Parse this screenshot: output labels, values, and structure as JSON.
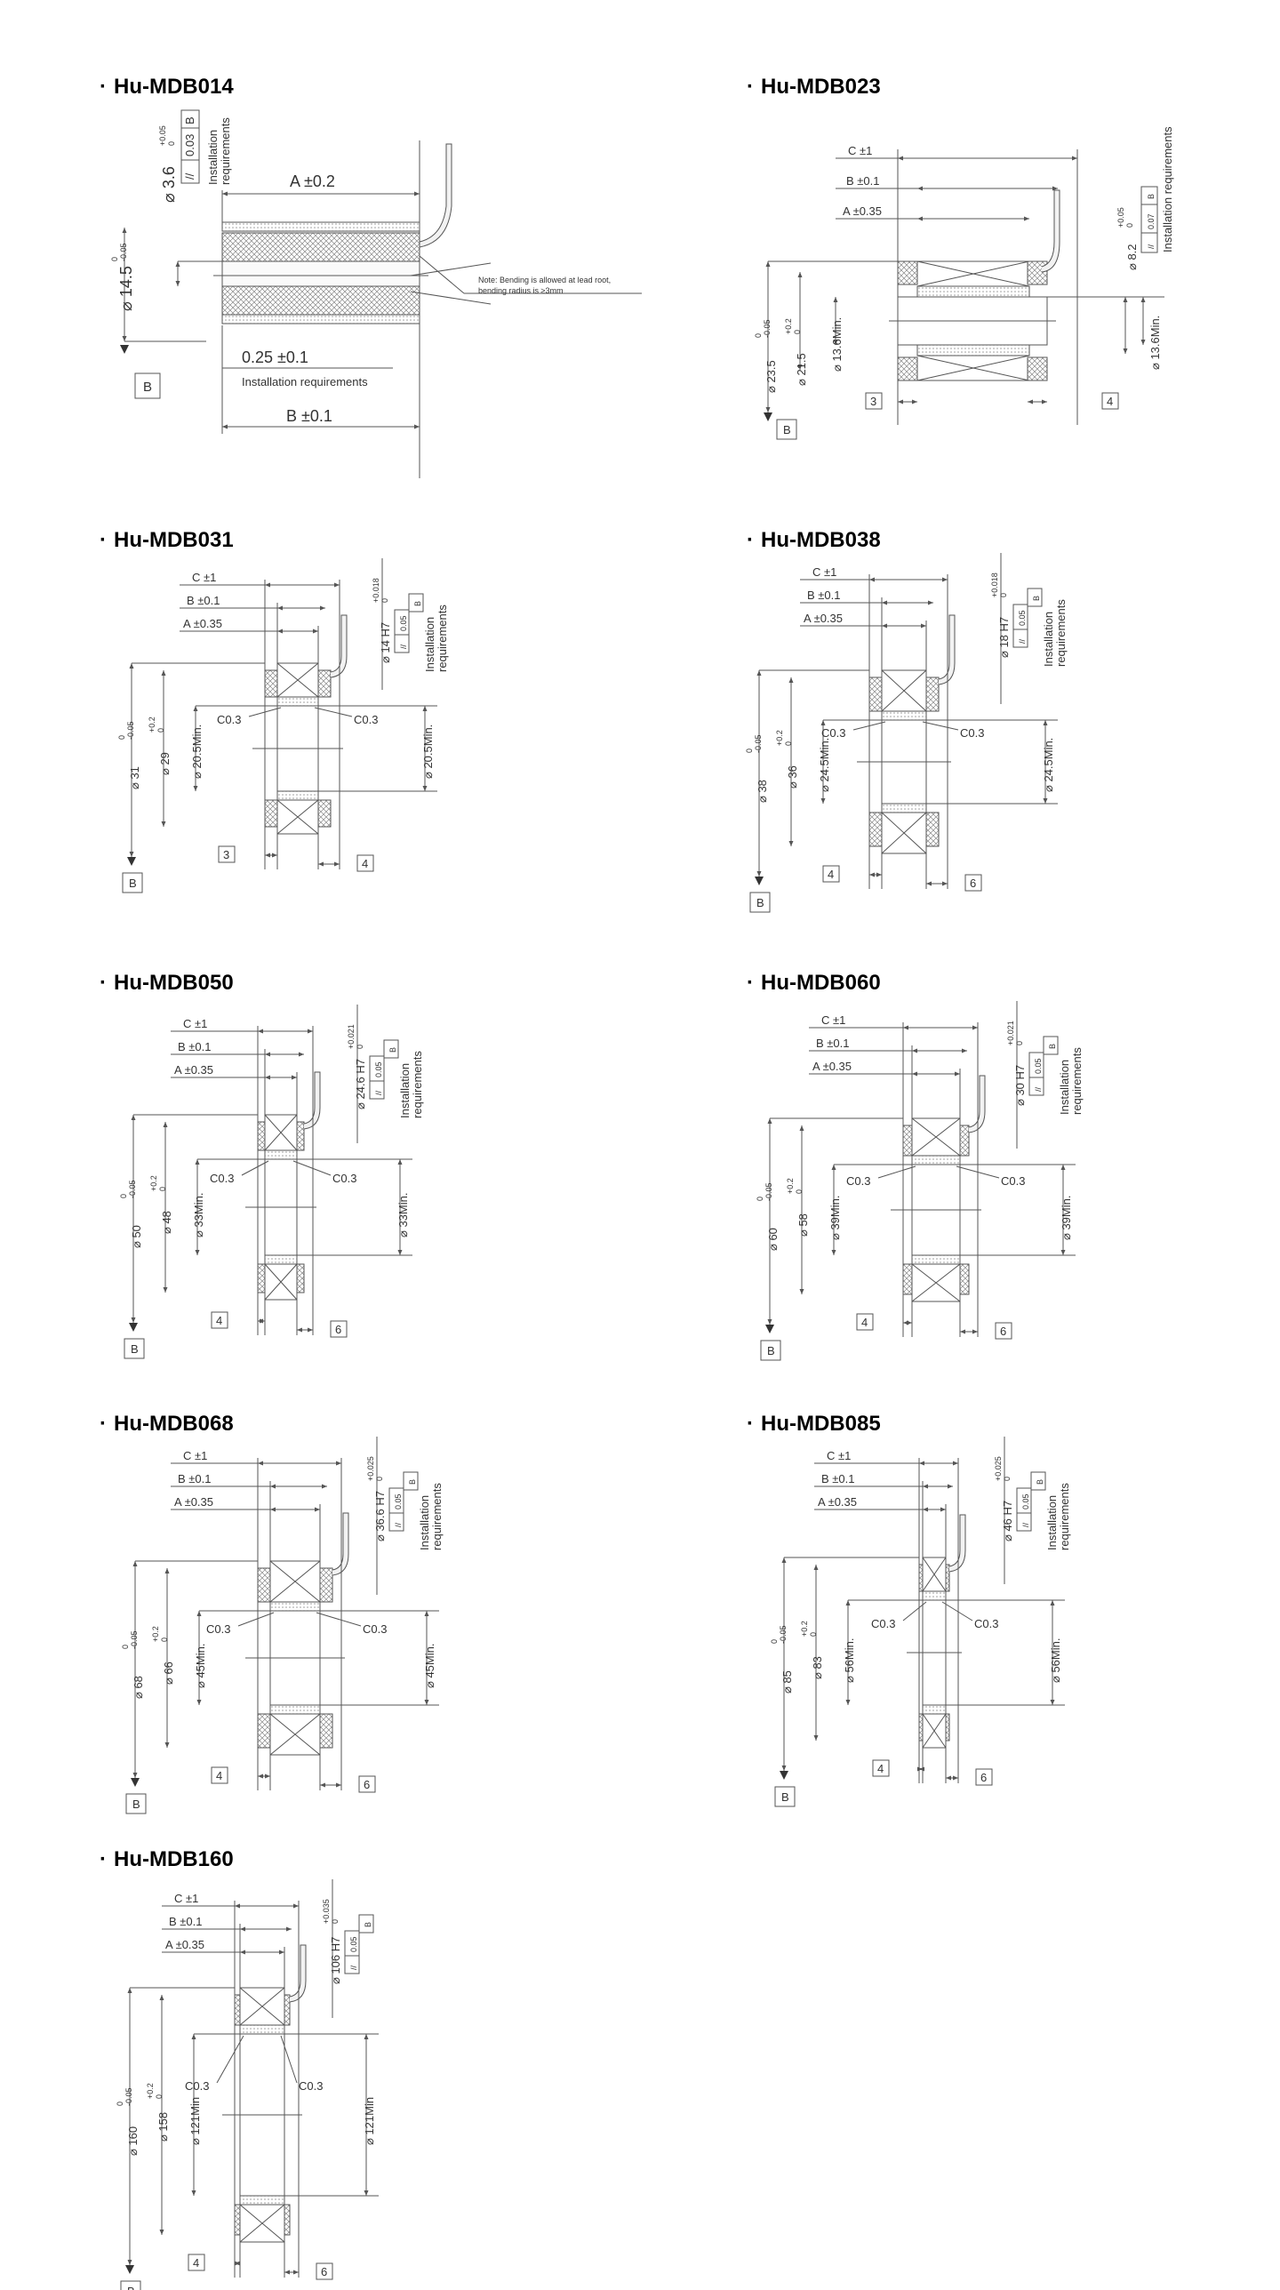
{
  "models": [
    {
      "id": "mdb014",
      "title": "Hu-MDB014",
      "style": "wide",
      "dims": {
        "a": "A ±0.2",
        "b": "B ±0.1",
        "bearing": "0.25 ±0.1",
        "bearing_note": "Installation requirements",
        "outer": "14.5",
        "outer_tol_top": "0",
        "outer_tol_bot": "-0.05",
        "bore": "3.6",
        "bore_tol_top": "+0.05",
        "bore_tol_bot": "0",
        "runout": "0.03",
        "datum": "B",
        "install": "Installation requirements",
        "note": "Note: Bending is allowed at lead root, bending radius is ≥3mm"
      }
    },
    {
      "id": "mdb023",
      "title": "Hu-MDB023",
      "style": "medium",
      "dims": {
        "c": "C ±1",
        "b": "B ±0.1",
        "a": "A ±0.35",
        "outer": "23.5",
        "outer_tol_top": "0",
        "outer_tol_bot": "-0.05",
        "mid": "21.5",
        "mid_tol_top": "+0.2",
        "mid_tol_bot": "0",
        "inner_min": "13.6Min.",
        "inner_min_r": "13.6Min.",
        "bore": "8.2",
        "bore_tol_top": "+0.05",
        "bore_tol_bot": "0",
        "runout": "0.07",
        "datum": "B",
        "install": "Installation requirements",
        "left_w": "3",
        "right_w": "4"
      }
    },
    {
      "id": "mdb031",
      "title": "Hu-MDB031",
      "style": "ring",
      "dims": {
        "c": "C ±1",
        "b": "B ±0.1",
        "a": "A ±0.35",
        "outer": "31",
        "outer_tol_top": "0",
        "outer_tol_bot": "-0.05",
        "mid": "29",
        "mid_tol_top": "+0.2",
        "mid_tol_bot": "0",
        "inner_min": "20.5Min.",
        "inner_min_r": "20.5Min.",
        "bore": "14 H7",
        "bore_tol_top": "+0.018",
        "bore_tol_bot": "0",
        "runout": "0.05",
        "datum": "B",
        "install": "Installation requirements",
        "chamfer": "C0.3",
        "left_w": "3",
        "right_w": "4"
      }
    },
    {
      "id": "mdb038",
      "title": "Hu-MDB038",
      "style": "ring",
      "dims": {
        "c": "C ±1",
        "b": "B ±0.1",
        "a": "A ±0.35",
        "outer": "38",
        "outer_tol_top": "0",
        "outer_tol_bot": "-0.05",
        "mid": "36",
        "mid_tol_top": "+0.2",
        "mid_tol_bot": "0",
        "inner_min": "24.5Min.",
        "inner_min_r": "24.5Min.",
        "bore": "18 H7",
        "bore_tol_top": "+0.018",
        "bore_tol_bot": "0",
        "runout": "0.05",
        "datum": "B",
        "install": "Installation requirements",
        "chamfer": "C0.3",
        "left_w": "4",
        "right_w": "6"
      }
    },
    {
      "id": "mdb050",
      "title": "Hu-MDB050",
      "style": "ring",
      "dims": {
        "c": "C ±1",
        "b": "B ±0.1",
        "a": "A ±0.35",
        "outer": "50",
        "outer_tol_top": "0",
        "outer_tol_bot": "-0.05",
        "mid": "48",
        "mid_tol_top": "+0.2",
        "mid_tol_bot": "0",
        "inner_min": "33Min.",
        "inner_min_r": "33Min.",
        "bore": "24.6 H7",
        "bore_tol_top": "+0.021",
        "bore_tol_bot": "0",
        "runout": "0.05",
        "datum": "B",
        "install": "Installation requirements",
        "chamfer": "C0.3",
        "left_w": "4",
        "right_w": "6"
      }
    },
    {
      "id": "mdb060",
      "title": "Hu-MDB060",
      "style": "ring",
      "dims": {
        "c": "C ±1",
        "b": "B ±0.1",
        "a": "A ±0.35",
        "outer": "60",
        "outer_tol_top": "0",
        "outer_tol_bot": "-0.05",
        "mid": "58",
        "mid_tol_top": "+0.2",
        "mid_tol_bot": "0",
        "inner_min": "39Min.",
        "inner_min_r": "39Min.",
        "bore": "30 H7",
        "bore_tol_top": "+0.021",
        "bore_tol_bot": "0",
        "runout": "0.05",
        "datum": "B",
        "install": "Installation requirements",
        "chamfer": "C0.3",
        "left_w": "4",
        "right_w": "6"
      }
    },
    {
      "id": "mdb068",
      "title": "Hu-MDB068",
      "style": "ring",
      "dims": {
        "c": "C ±1",
        "b": "B ±0.1",
        "a": "A ±0.35",
        "outer": "68",
        "outer_tol_top": "0",
        "outer_tol_bot": "-0.05",
        "mid": "66",
        "mid_tol_top": "+0.2",
        "mid_tol_bot": "0",
        "inner_min": "45Min.",
        "inner_min_r": "45Min.",
        "bore": "36.6 H7",
        "bore_tol_top": "+0.025",
        "bore_tol_bot": "0",
        "runout": "0.05",
        "datum": "B",
        "install": "Installation requirements",
        "chamfer": "C0.3",
        "left_w": "4",
        "right_w": "6"
      }
    },
    {
      "id": "mdb085",
      "title": "Hu-MDB085",
      "style": "ring",
      "dims": {
        "c": "C ±1",
        "b": "B ±0.1",
        "a": "A ±0.35",
        "outer": "85",
        "outer_tol_top": "0",
        "outer_tol_bot": "-0.05",
        "mid": "83",
        "mid_tol_top": "+0.2",
        "mid_tol_bot": "0",
        "inner_min": "56Min.",
        "inner_min_r": "56Min.",
        "bore": "46 H7",
        "bore_tol_top": "+0.025",
        "bore_tol_bot": "0",
        "runout": "0.05",
        "datum": "B",
        "install": "Installation requirements",
        "chamfer": "C0.3",
        "left_w": "4",
        "right_w": "6"
      }
    },
    {
      "id": "mdb160",
      "title": "Hu-MDB160",
      "style": "ring",
      "dims": {
        "c": "C ±1",
        "b": "B ±0.1",
        "a": "A ±0.35",
        "outer": "160",
        "outer_tol_top": "0",
        "outer_tol_bot": "-0.05",
        "mid": "158",
        "mid_tol_top": "+0.2",
        "mid_tol_bot": "0",
        "inner_min": "121Min",
        "inner_min_r": "121Min",
        "bore": "106 H7",
        "bore_tol_top": "+0.035",
        "bore_tol_bot": "0",
        "runout": "0.05",
        "datum": "B",
        "install": "",
        "chamfer": "C0.3",
        "left_w": "4",
        "right_w": "6"
      }
    }
  ]
}
